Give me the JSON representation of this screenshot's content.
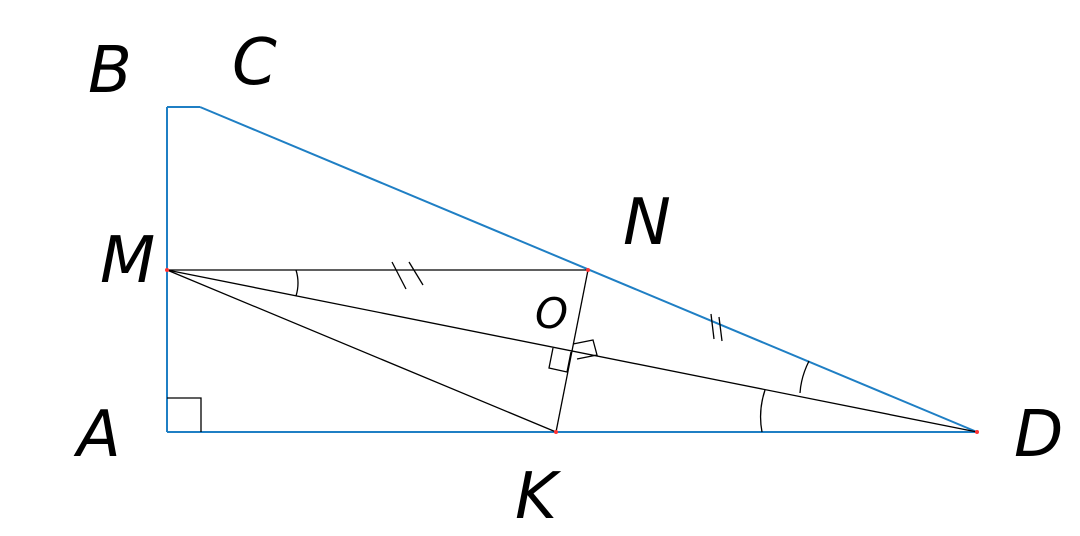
{
  "colors": {
    "trapezoid": "#1f7fc4",
    "construction": "#000000",
    "point": "#ff3333",
    "text": "#000000"
  },
  "labels": {
    "A": "A",
    "B": "B",
    "C": "C",
    "D": "D",
    "M": "M",
    "N": "N",
    "K": "K",
    "O": "O"
  }
}
